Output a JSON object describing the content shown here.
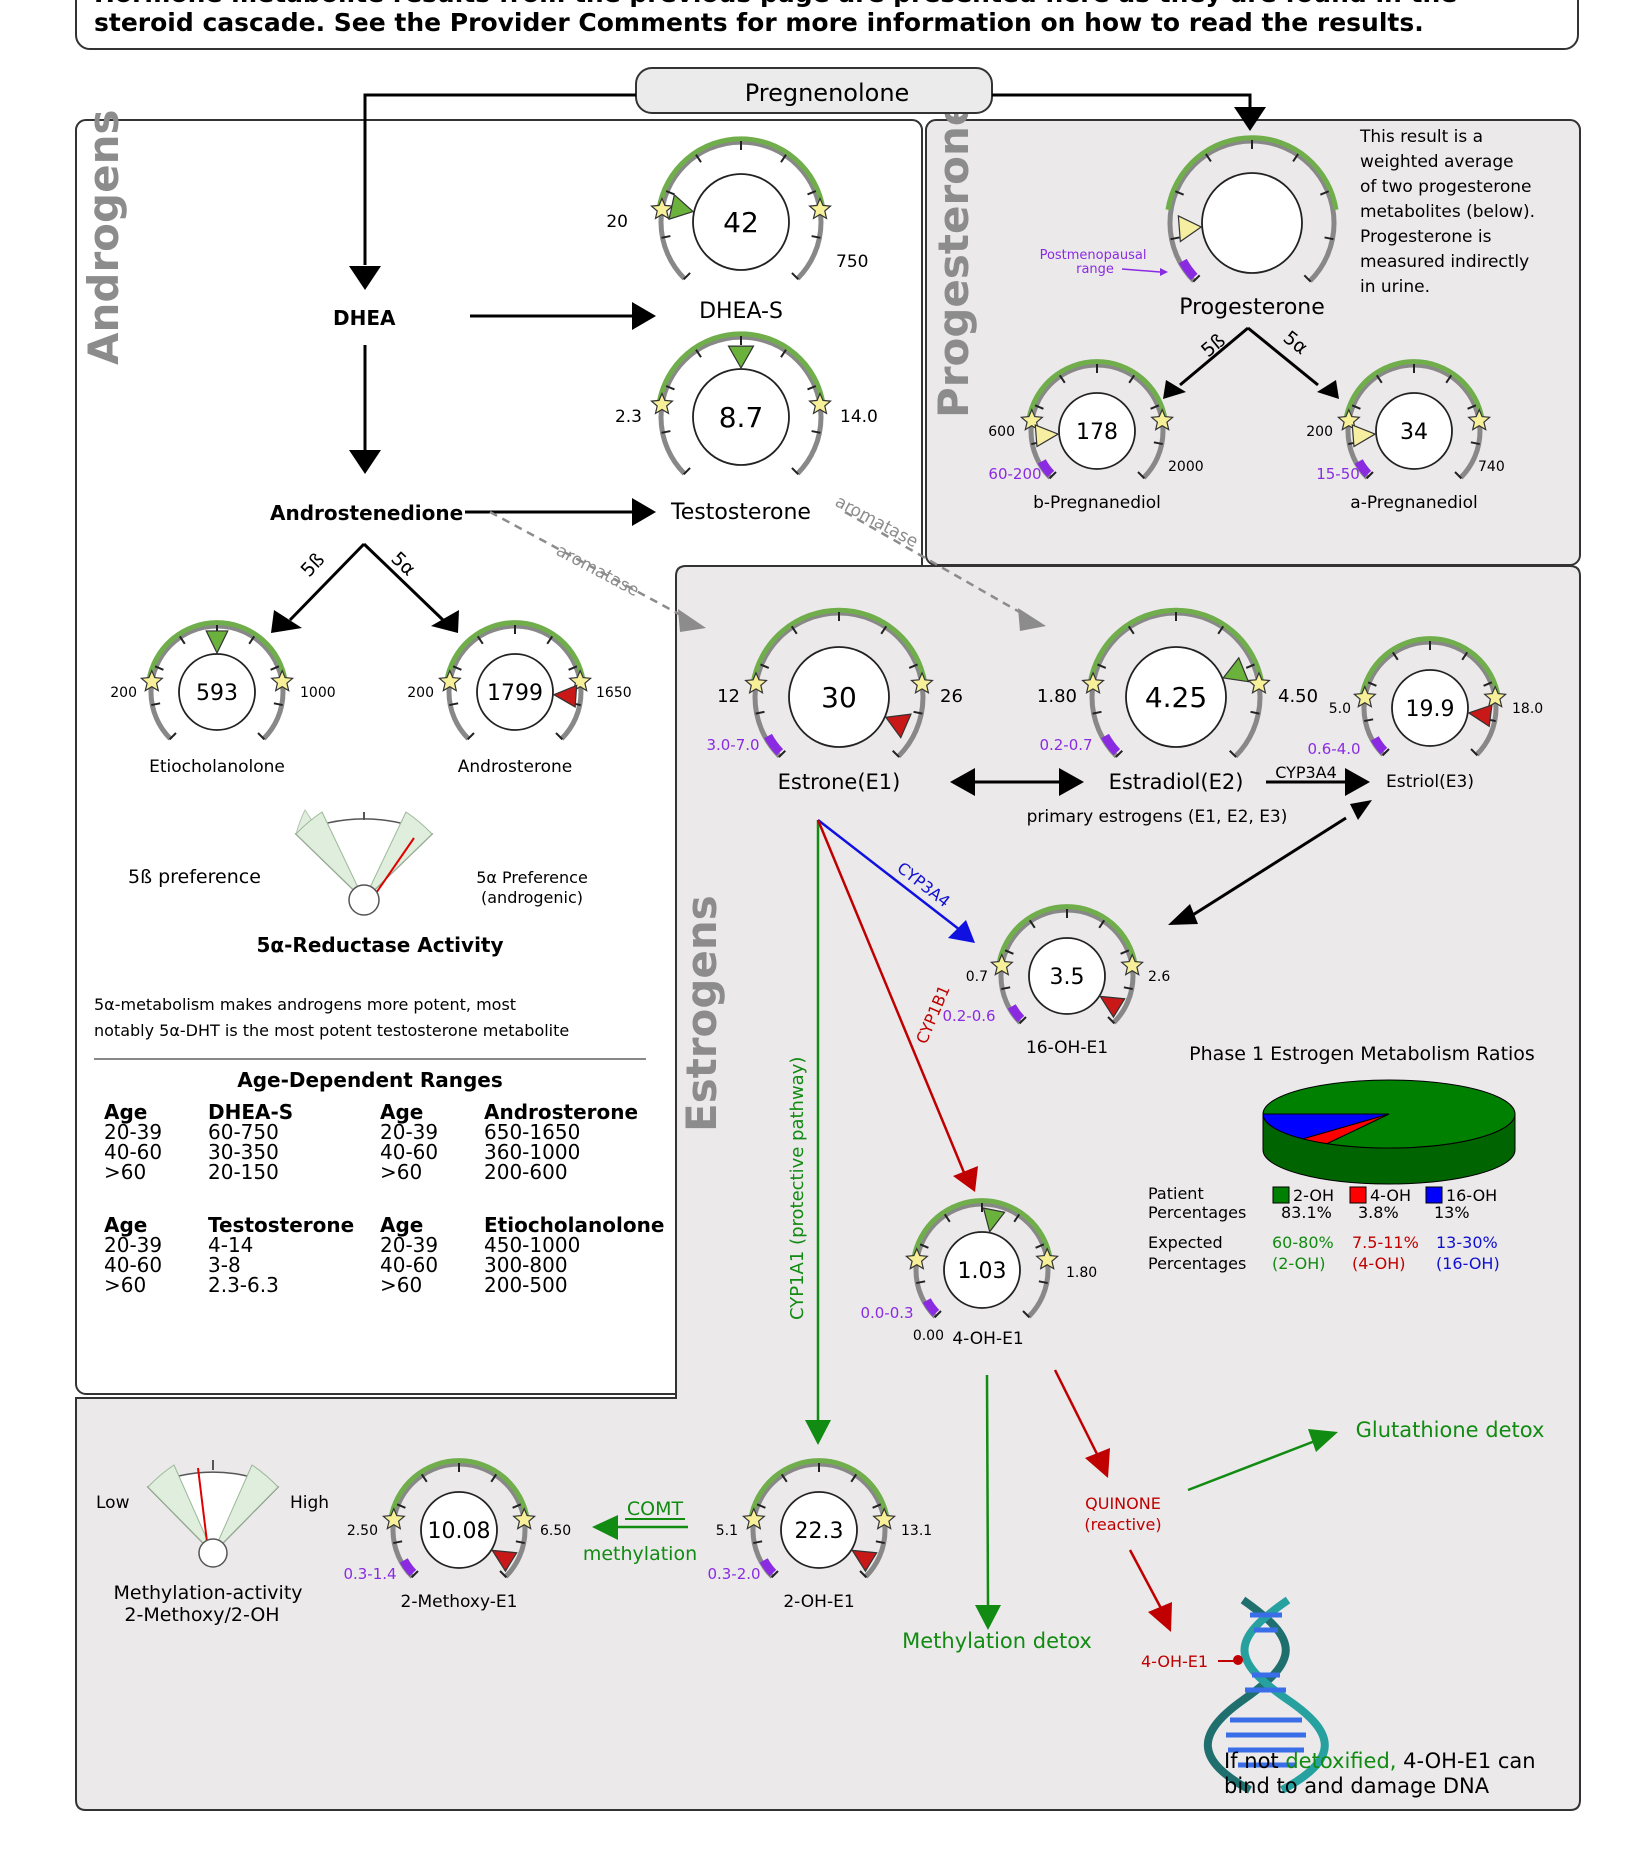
{
  "header": {
    "line1": "Hormone metabolite results from the previous page are presented here as they are found in the",
    "line2": "steroid cascade. See the Provider Comments for more information on how to read the results."
  },
  "pregnenolone": "Pregnenolone",
  "sections": {
    "androgens": "Androgens",
    "progesterone": "Progesterone",
    "estrogens": "Estrogens"
  },
  "labels": {
    "dhea": "DHEA",
    "androstenedione": "Androstenedione",
    "beta5": "5ß",
    "alpha5": "5α",
    "aromatase": "aromatase",
    "primary_estrogens": "primary estrogens (E1, E2, E3)",
    "cyp3a4": "CYP3A4",
    "cyp1b1": "CYP1B1",
    "cyp1a1": "CYP1A1 (protective pathway)",
    "comt": "COMT",
    "methylation": "methylation",
    "postmeno_1": "Postmenopausal",
    "postmeno_2": "range",
    "methylation_detox": "Methylation detox",
    "glutathione_detox": "Glutathione detox",
    "quinone_1": "QUINONE",
    "quinone_2": "(reactive)",
    "dna_label": "4-OH-E1",
    "dna_note_a": "If not ",
    "dna_note_b": "detoxified,",
    "dna_note_c": " 4-OH-E1 can",
    "dna_note_2": "bind to and damage DNA"
  },
  "progesterone_note": [
    "This result is a",
    "weighted average",
    "of two progesterone",
    "metabolites (below).",
    "Progesterone is",
    "measured indirectly",
    "in urine."
  ],
  "reductase": {
    "left": "5ß preference",
    "right_1": "5α Preference",
    "right_2": "(androgenic)",
    "title": "5α-Reductase Activity",
    "note_1": "5α-metabolism makes androgens more potent, most",
    "note_2": "notably 5α-DHT is the most potent testosterone metabolite"
  },
  "methylation_gauge": {
    "low": "Low",
    "high": "High",
    "title_1": "Methylation-activity",
    "title_2": "2-Methoxy/2-OH"
  },
  "age_ranges": {
    "title": "Age-Dependent Ranges",
    "tables": [
      {
        "head": [
          "Age",
          "DHEA-S"
        ],
        "rows": [
          [
            "20-39",
            "60-750"
          ],
          [
            "40-60",
            "30-350"
          ],
          [
            ">60",
            "20-150"
          ]
        ]
      },
      {
        "head": [
          "Age",
          "Androsterone"
        ],
        "rows": [
          [
            "20-39",
            "650-1650"
          ],
          [
            "40-60",
            "360-1000"
          ],
          [
            ">60",
            "200-600"
          ]
        ]
      },
      {
        "head": [
          "Age",
          "Testosterone"
        ],
        "rows": [
          [
            "20-39",
            "4-14"
          ],
          [
            "40-60",
            "3-8"
          ],
          [
            ">60",
            "2.3-6.3"
          ]
        ]
      },
      {
        "head": [
          "Age",
          "Etiocholanolone"
        ],
        "rows": [
          [
            "20-39",
            "450-1000"
          ],
          [
            "40-60",
            "300-800"
          ],
          [
            ">60",
            "200-500"
          ]
        ]
      }
    ]
  },
  "gauges": [
    {
      "id": "dhea-s",
      "name": "DHEA-S",
      "value": "42",
      "low": "20",
      "high": "750",
      "post": "",
      "marker_color": "#6ab23c",
      "pos": 0.02
    },
    {
      "id": "testosterone",
      "name": "Testosterone",
      "value": "8.7",
      "low": "2.3",
      "high": "14.0",
      "post": "",
      "marker_color": "#6ab23c",
      "pos": 0.5
    },
    {
      "id": "progesterone",
      "name": "Progesterone",
      "value": "",
      "low": "",
      "high": "",
      "post": "",
      "marker_color": "#f6eea0",
      "pos": -0.35
    },
    {
      "id": "b-pregnanediol",
      "name": "b-Pregnanediol",
      "value": "178",
      "low": "600",
      "high": "2000",
      "post": "60-200",
      "marker_color": "#f6eea0",
      "pos": -0.3
    },
    {
      "id": "a-pregnanediol",
      "name": "a-Pregnanediol",
      "value": "34",
      "low": "200",
      "high": "740",
      "post": "15-50",
      "marker_color": "#f6eea0",
      "pos": -0.3
    },
    {
      "id": "etiocholanolone",
      "name": "Etiocholanolone",
      "value": "593",
      "low": "200",
      "high": "1000",
      "post": "",
      "marker_color": "#6ab23c",
      "pos": 0.5
    },
    {
      "id": "androsterone",
      "name": "Androsterone",
      "value": "1799",
      "low": "200",
      "high": "1650",
      "post": "",
      "marker_color": "#c81818",
      "pos": 1.08
    },
    {
      "id": "estrone",
      "name": "Estrone(E1)",
      "value": "30",
      "low": "12",
      "high": "26",
      "post": "3.0-7.0",
      "marker_color": "#c81818",
      "pos": 1.2
    },
    {
      "id": "estradiol",
      "name": "Estradiol(E2)",
      "value": "4.25",
      "low": "1.80",
      "high": "4.50",
      "post": "0.2-0.7",
      "marker_color": "#6ab23c",
      "pos": 0.92
    },
    {
      "id": "estriol",
      "name": "Estriol(E3)",
      "value": "19.9",
      "low": "5.0",
      "high": "18.0",
      "post": "0.6-4.0",
      "marker_color": "#c81818",
      "pos": 1.1
    },
    {
      "id": "16-oh-e1",
      "name": "16-OH-E1",
      "value": "3.5",
      "low": "0.7",
      "high": "2.6",
      "post": "0.2-0.6",
      "marker_color": "#c81818",
      "pos": 1.25
    },
    {
      "id": "4-oh-e1",
      "name": "4-OH-E1",
      "value": "1.03",
      "low": "0.00",
      "high": "1.80",
      "post": "0.0-0.3",
      "marker_color": "#6ab23c",
      "pos": 0.57
    },
    {
      "id": "2-oh-e1",
      "name": "2-OH-E1",
      "value": "22.3",
      "low": "5.1",
      "high": "13.1",
      "post": "0.3-2.0",
      "marker_color": "#c81818",
      "pos": 1.25
    },
    {
      "id": "2-methoxy-e1",
      "name": "2-Methoxy-E1",
      "value": "10.08",
      "low": "2.50",
      "high": "6.50",
      "post": "0.3-1.4",
      "marker_color": "#c81818",
      "pos": 1.25
    }
  ],
  "phase1_pie": {
    "title": "Phase 1 Estrogen Metabolism Ratios",
    "patient_label_1": "Patient",
    "patient_label_2": "Percentages",
    "expected_label_1": "Expected",
    "expected_label_2": "Percentages",
    "legend": [
      {
        "name": "2-OH",
        "color": "#008000",
        "patient": "83.1%",
        "expected": "60-80%",
        "expected_sub": "(2-OH)"
      },
      {
        "name": "4-OH",
        "color": "#ff0000",
        "patient": "3.8%",
        "expected": "7.5-11%",
        "expected_sub": "(4-OH)"
      },
      {
        "name": "16-OH",
        "color": "#0000ff",
        "patient": "13%",
        "expected": "13-30%",
        "expected_sub": "(16-OH)"
      }
    ]
  },
  "chart_data": {
    "type": "pie",
    "title": "Phase 1 Estrogen Metabolism Ratios",
    "categories": [
      "2-OH",
      "4-OH",
      "16-OH"
    ],
    "values": [
      83.1,
      3.8,
      13
    ],
    "colors": [
      "#008000",
      "#ff0000",
      "#0000ff"
    ]
  }
}
